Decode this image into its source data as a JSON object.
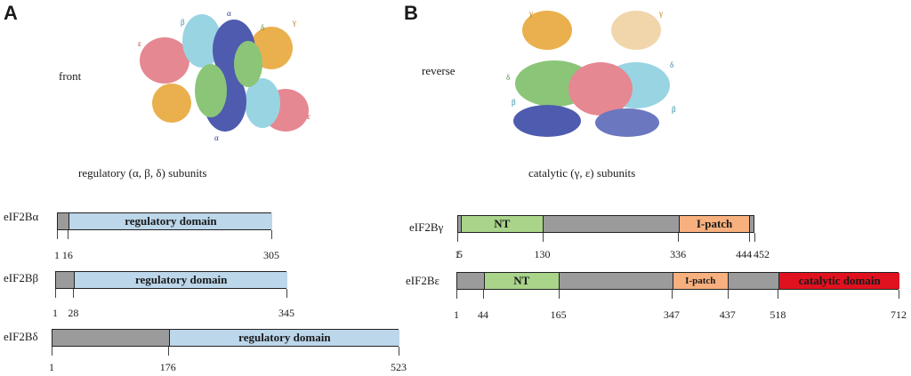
{
  "panels": [
    {
      "letter": "A",
      "view": "front",
      "caption": "regulatory (α, β, δ) subunits"
    },
    {
      "letter": "B",
      "view": "reverse",
      "caption": "catalytic (γ, ε) subunits"
    }
  ],
  "subunit_labels": {
    "alpha": "α",
    "beta": "β",
    "gamma": "γ",
    "delta": "δ",
    "epsilon": "ε"
  },
  "colors": {
    "alpha": "#3b4aa6",
    "beta": "#8fd0e0",
    "gamma": "#e8a83a",
    "delta": "#7fbf6a",
    "epsilon": "#e47c86",
    "backbone": "#9b9b9b",
    "regulatory_domain": "#bcd6ea",
    "NT": "#a9d48a",
    "I_patch": "#f7b07e",
    "catalytic_domain": "#e0121f"
  },
  "proteins": [
    {
      "name": "eIF2Bα",
      "length": 305,
      "domains": [
        {
          "label": "regulatory domain",
          "start": 16,
          "end": 305,
          "color": "#bcd6ea"
        }
      ],
      "positions": [
        "1",
        "16",
        "305"
      ]
    },
    {
      "name": "eIF2Bβ",
      "length": 345,
      "domains": [
        {
          "label": "regulatory domain",
          "start": 28,
          "end": 345,
          "color": "#bcd6ea"
        }
      ],
      "positions": [
        "1",
        "28",
        "345"
      ]
    },
    {
      "name": "eIF2Bδ",
      "length": 523,
      "domains": [
        {
          "label": "regulatory domain",
          "start": 176,
          "end": 523,
          "color": "#bcd6ea"
        }
      ],
      "positions": [
        "1",
        "176",
        "523"
      ]
    },
    {
      "name": "eIF2Bγ",
      "length": 452,
      "domains": [
        {
          "label": "NT",
          "start": 5,
          "end": 130,
          "color": "#a9d48a"
        },
        {
          "label": "I-patch",
          "start": 336,
          "end": 444,
          "color": "#f7b07e"
        }
      ],
      "positions": [
        "1",
        "5",
        "130",
        "336",
        "444",
        "452"
      ]
    },
    {
      "name": "eIF2Bε",
      "length": 712,
      "domains": [
        {
          "label": "NT",
          "start": 44,
          "end": 165,
          "color": "#a9d48a"
        },
        {
          "label": "I-patch",
          "start": 347,
          "end": 437,
          "color": "#f7b07e"
        },
        {
          "label": "catalytic domain",
          "start": 518,
          "end": 712,
          "color": "#e0121f"
        }
      ],
      "positions": [
        "1",
        "44",
        "165",
        "347",
        "437",
        "518",
        "712"
      ]
    }
  ]
}
